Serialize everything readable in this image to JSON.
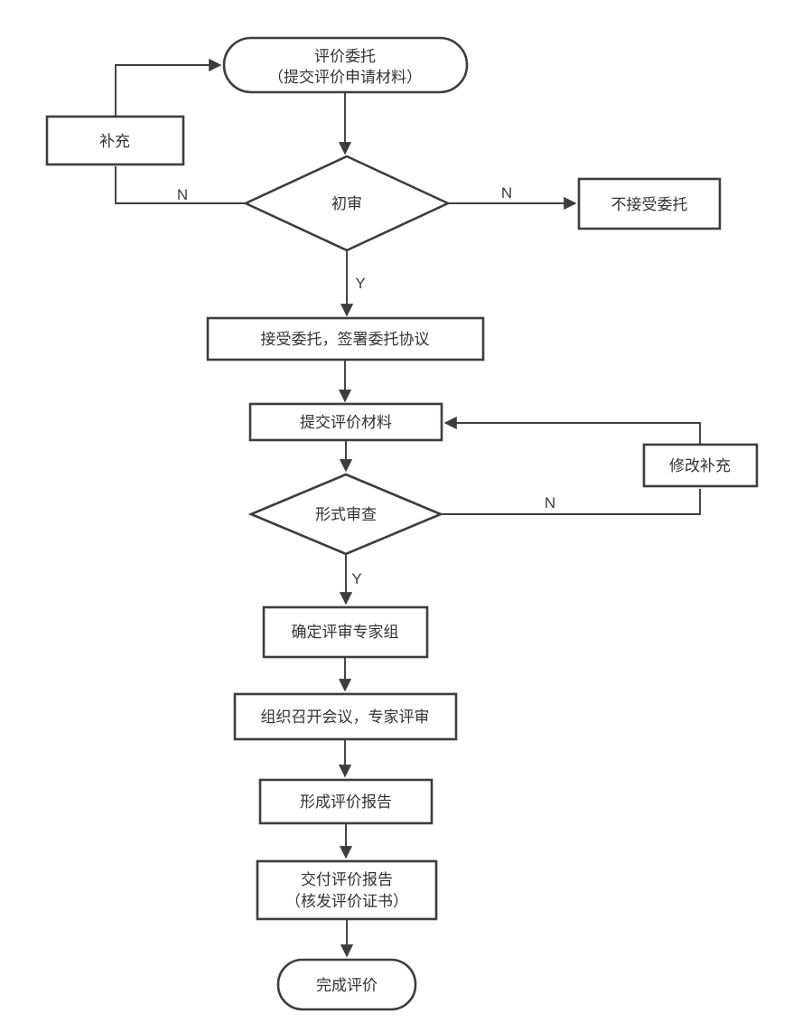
{
  "nodes": {
    "start": {
      "line1": "评价委托",
      "line2": "（提交评价申请材料）"
    },
    "supplement": {
      "label": "补充"
    },
    "review1": {
      "label": "初审"
    },
    "reject": {
      "label": "不接受委托"
    },
    "accept": {
      "label": "接受委托，签署委托协议"
    },
    "submit": {
      "label": "提交评价材料"
    },
    "review2": {
      "label": "形式审查"
    },
    "modify": {
      "label": "修改补充"
    },
    "expert": {
      "label": "确定评审专家组"
    },
    "meeting": {
      "label": "组织召开会议，专家评审"
    },
    "report": {
      "label": "形成评价报告"
    },
    "deliver": {
      "line1": "交付评价报告",
      "line2": "（核发评价证书）"
    },
    "end": {
      "label": "完成评价"
    }
  },
  "edge_labels": {
    "review1_no_left": "N",
    "review1_no_right": "N",
    "review1_yes": "Y",
    "review2_no": "N",
    "review2_yes": "Y"
  },
  "colors": {
    "stroke": "#3d3d3d",
    "text": "#333333",
    "background": "#ffffff"
  }
}
